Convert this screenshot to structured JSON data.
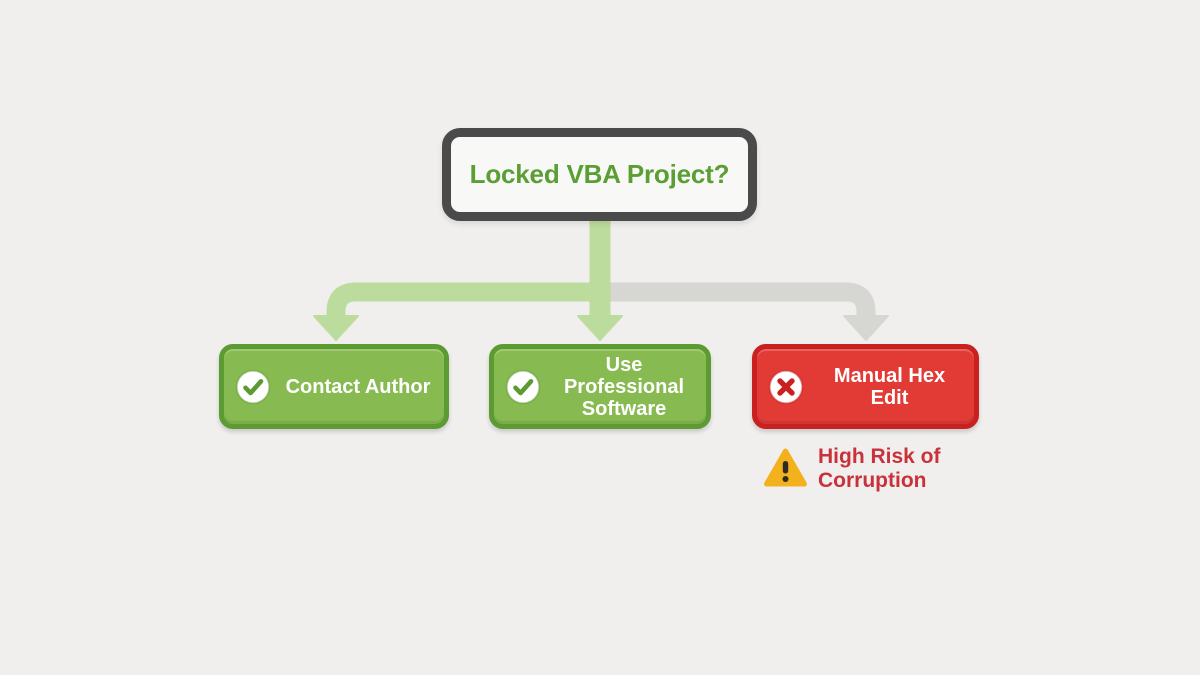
{
  "decision": {
    "label": "Locked VBA Project?"
  },
  "options": [
    {
      "id": "contact-author",
      "label": "Contact Author",
      "icon": "check-circle",
      "sentiment": "positive"
    },
    {
      "id": "use-professional-software",
      "label": "Use Professional Software",
      "icon": "check-circle",
      "sentiment": "positive"
    },
    {
      "id": "manual-hex-edit",
      "label": "Manual Hex Edit",
      "icon": "x-circle",
      "sentiment": "negative"
    }
  ],
  "warning": {
    "label": "High Risk of Corruption",
    "icon": "warning-triangle"
  },
  "colors": {
    "background": "#f0efed",
    "decision_border": "#4a4a4a",
    "decision_fill": "#f8f8f6",
    "decision_text": "#5a9e34",
    "positive_fill": "#87bb51",
    "positive_border": "#5c9a32",
    "negative_fill": "#e23b36",
    "negative_border": "#c8211f",
    "connector_green": "#bcdc9e",
    "connector_gray": "#d6d6d3",
    "warning_text": "#c9323a",
    "warning_triangle": "#f3b11d",
    "warning_glyph": "#2e2b21",
    "option_text": "#ffffff"
  }
}
